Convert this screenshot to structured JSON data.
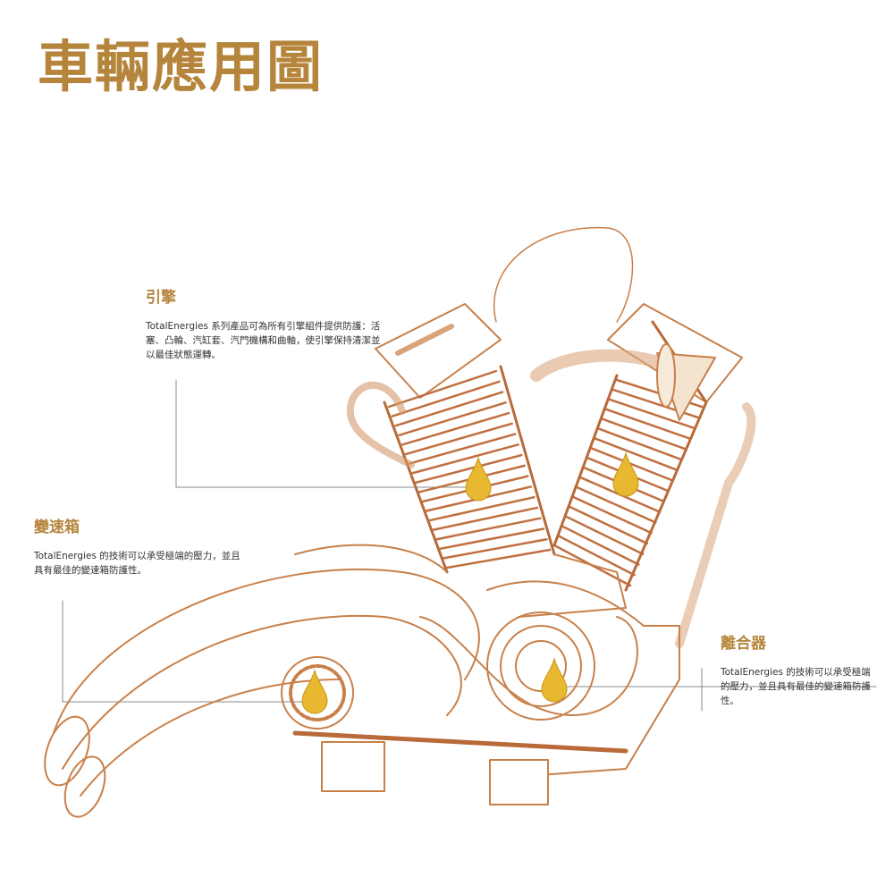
{
  "title": "車輛應用圖",
  "callouts": {
    "engine": {
      "heading": "引擎",
      "body": "TotalEnergies 系列產品可為所有引擎組件提供防護：活塞、凸輪、汽缸套、汽門機構和曲軸，使引擎保持清潔並以最佳狀態運轉。"
    },
    "gearbox": {
      "heading": "變速箱",
      "body": "TotalEnergies 的技術可以承受極端的壓力，並且具有最佳的變速箱防護性。"
    },
    "clutch": {
      "heading": "離合器",
      "body": "TotalEnergies 的技術可以承受極端的壓力，並且具有最佳的變速箱防護性。"
    }
  },
  "colors": {
    "accent": "#b5853c",
    "copper": "#c8804a",
    "oil": "#e8b830"
  }
}
